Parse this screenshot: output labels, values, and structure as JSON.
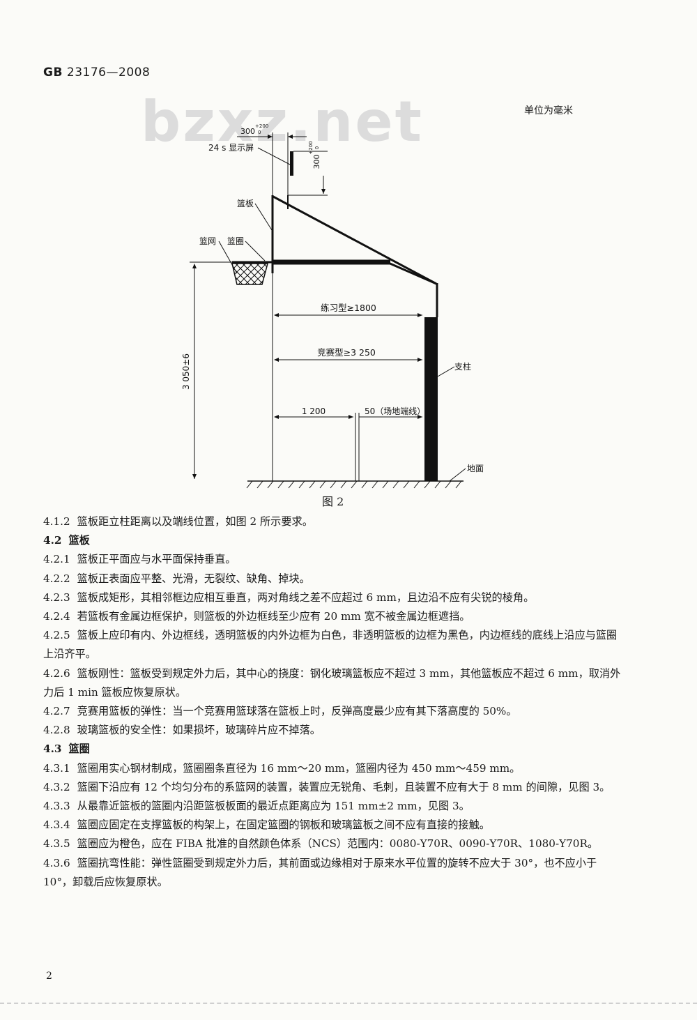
{
  "header": {
    "prefix": "GB",
    "code": "23176—2008"
  },
  "unit_note": "单位为毫米",
  "watermark": "bzxz.net",
  "figure": {
    "caption": "图 2",
    "labels": {
      "dim_top_h": "300",
      "dim_top_h_tol": "+200",
      "dim_top_h_tol0": "0",
      "dim_top_v": "300",
      "dim_top_v_tol": "+200",
      "dim_top_v_tol0": "0",
      "screen": "24 s 显示屏",
      "backboard": "篮板",
      "net": "篮网",
      "rim": "篮圈",
      "practice": "练习型≥1800",
      "competition": "竞赛型≥3 250",
      "pole": "支柱",
      "height": "3 050±6",
      "d1200": "1 200",
      "endline": "50（场地端线）",
      "ground": "地面"
    }
  },
  "paragraphs": [
    {
      "num": "4.1.2",
      "text": "篮板距立柱距离以及端线位置，如图 2 所示要求。",
      "heading": false
    },
    {
      "num": "4.2",
      "text": "篮板",
      "heading": true
    },
    {
      "num": "4.2.1",
      "text": "篮板正平面应与水平面保持垂直。",
      "heading": false
    },
    {
      "num": "4.2.2",
      "text": "篮板正表面应平整、光滑，无裂纹、缺角、掉块。",
      "heading": false
    },
    {
      "num": "4.2.3",
      "text": "篮板成矩形，其相邻框边应相互垂直，两对角线之差不应超过 6 mm，且边沿不应有尖锐的棱角。",
      "heading": false
    },
    {
      "num": "4.2.4",
      "text": "若篮板有金属边框保护，则篮板的外边框线至少应有 20 mm 宽不被金属边框遮挡。",
      "heading": false
    },
    {
      "num": "4.2.5",
      "text": "篮板上应印有内、外边框线，透明篮板的内外边框为白色，非透明篮板的边框为黑色，内边框线的底线上沿应与篮圈上沿齐平。",
      "heading": false
    },
    {
      "num": "4.2.6",
      "text": "篮板刚性：篮板受到规定外力后，其中心的挠度：钢化玻璃篮板应不超过 3 mm，其他篮板应不超过 6 mm，取消外力后 1 min 篮板应恢复原状。",
      "heading": false
    },
    {
      "num": "4.2.7",
      "text": "竞赛用篮板的弹性：当一个竞赛用篮球落在篮板上时，反弹高度最少应有其下落高度的 50%。",
      "heading": false
    },
    {
      "num": "4.2.8",
      "text": "玻璃篮板的安全性：如果损坏，玻璃碎片应不掉落。",
      "heading": false
    },
    {
      "num": "4.3",
      "text": "篮圈",
      "heading": true
    },
    {
      "num": "4.3.1",
      "text": "篮圈用实心钢材制成，篮圈圈条直径为 16 mm～20 mm，篮圈内径为 450 mm～459 mm。",
      "heading": false
    },
    {
      "num": "4.3.2",
      "text": "篮圈下沿应有 12 个均匀分布的系篮网的装置，装置应无锐角、毛刺，且装置不应有大于 8 mm 的间隙，见图 3。",
      "heading": false
    },
    {
      "num": "4.3.3",
      "text": "从最靠近篮板的篮圈内沿距篮板板面的最近点距离应为 151 mm±2 mm，见图 3。",
      "heading": false
    },
    {
      "num": "4.3.4",
      "text": "篮圈应固定在支撑篮板的构架上，在固定篮圈的钢板和玻璃篮板之间不应有直接的接触。",
      "heading": false
    },
    {
      "num": "4.3.5",
      "text": "篮圈应为橙色，应在 FIBA 批准的自然颜色体系（NCS）范围内：0080-Y70R、0090-Y70R、1080-Y70R。",
      "heading": false
    },
    {
      "num": "4.3.6",
      "text": "篮圈抗弯性能：弹性篮圈受到规定外力后，其前面或边缘相对于原来水平位置的旋转不应大于 30°，也不应小于 10°，卸载后应恢复原状。",
      "heading": false
    }
  ],
  "page_number": "2"
}
